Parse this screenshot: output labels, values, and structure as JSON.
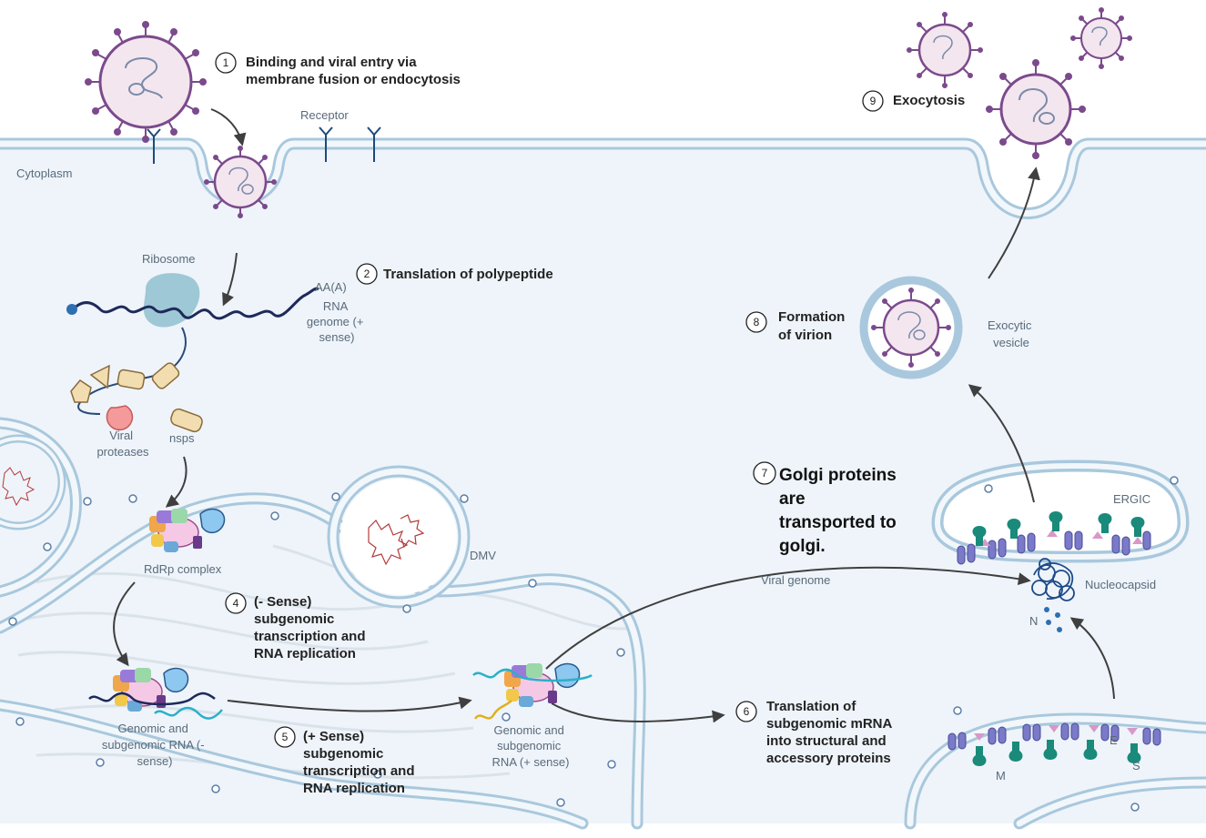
{
  "labels": {
    "cytoplasm": "Cytoplasm",
    "receptor": "Receptor",
    "ribosome": "Ribosome",
    "aa": "AA(A)",
    "rna_genome": [
      "RNA",
      "genome (+",
      "sense)"
    ],
    "viral_proteases": [
      "Viral",
      "proteases"
    ],
    "nsps": "nsps",
    "rdrp": "RdRp complex",
    "dmv": "DMV",
    "genomic_neg": [
      "Genomic and",
      "subgenomic RNA (-",
      "sense)"
    ],
    "genomic_pos": [
      "Genomic and",
      "subgenomic",
      "RNA (+ sense)"
    ],
    "viral_genome": "Viral genome",
    "nucleocapsid": "Nucleocapsid",
    "n": "N",
    "m": "M",
    "e": "E",
    "s": "S",
    "ergic": "ERGIC",
    "exocytic_vesicle": [
      "Exocytic",
      "vesicle"
    ]
  },
  "steps": [
    {
      "num": "1",
      "lines": [
        "Binding and viral entry via",
        "membrane fusion or endocytosis"
      ]
    },
    {
      "num": "2",
      "lines": [
        "Translation of polypeptide"
      ]
    },
    {
      "num": "4",
      "lines": [
        "(- Sense)",
        "subgenomic",
        "transcription and",
        "RNA replication"
      ]
    },
    {
      "num": "5",
      "lines": [
        "(+ Sense)",
        "subgenomic",
        "transcription and",
        "RNA replication"
      ]
    },
    {
      "num": "6",
      "lines": [
        "Translation of",
        "subgenomic mRNA",
        "into structural and",
        "accessory proteins"
      ]
    },
    {
      "num": "7",
      "lines": [
        "Golgi proteins",
        "are",
        "transported to",
        "golgi."
      ]
    },
    {
      "num": "8",
      "lines": [
        "Formation",
        "of virion"
      ]
    },
    {
      "num": "9",
      "lines": [
        "Exocytosis"
      ]
    }
  ],
  "colors": {
    "cell": "#eef4fa",
    "membrane": "#a9c8dd",
    "virus_spike": "#7b4a8c",
    "virus_fill": "#f3e6ef",
    "ribosome": "#9ec8d6",
    "rna": "#1e2a5a"
  }
}
